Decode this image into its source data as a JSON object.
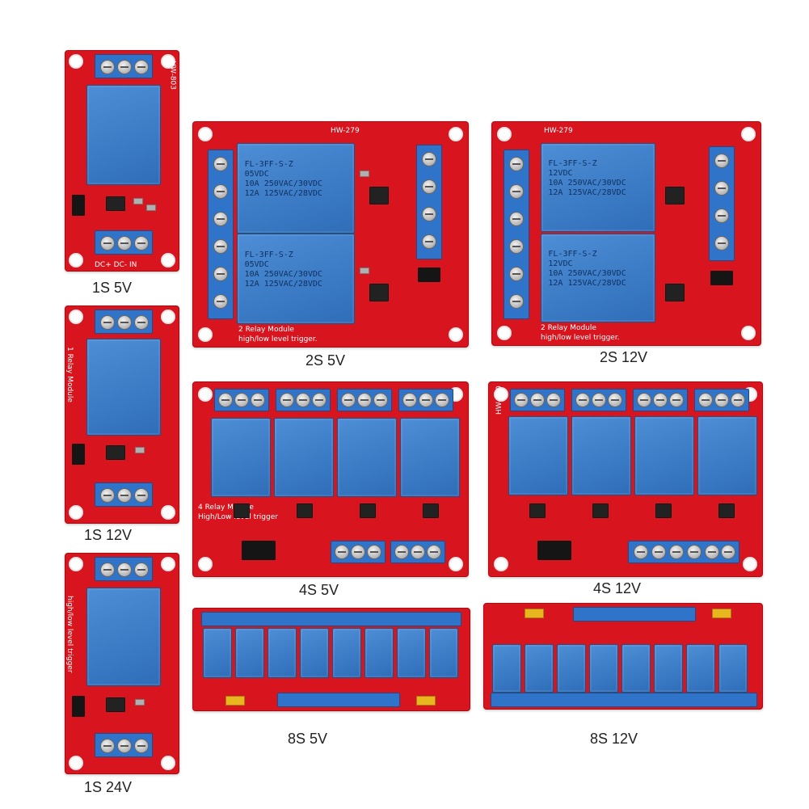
{
  "captions": {
    "c1s5v": "1S 5V",
    "c1s12v": "1S 12V",
    "c1s24v": "1S 24V",
    "c2s5v": "2S 5V",
    "c2s12v": "2S 12V",
    "c4s5v": "4S 5V",
    "c4s12v": "4S 12V",
    "c8s5v": "8S 5V",
    "c8s12v": "8S 12V"
  },
  "silkscreen": {
    "hw803": "HW-803",
    "hw279": "HW-279",
    "hw280": "HW-280",
    "one_relay": "1 Relay Module",
    "trigger": "high/low level trigger",
    "two_relay": "2 Relay Module",
    "two_trigger": "high/low level trigger.",
    "four_relay": "4 Relay Module",
    "four_trigger": "High/Low level trigger",
    "dc_pins": "DC+  DC-  IN",
    "relay_5v_text": "FL-3FF-S-Z\n05VDC\n10A 250VAC/30VDC\n12A 125VAC/28VDC",
    "relay_12v_text": "FL-3FF-S-Z\n12VDC\n10A 250VAC/30VDC\n12A 125VAC/28VDC"
  },
  "colors": {
    "pcb_red": "#d8141e",
    "relay_blue": "#2f6db8",
    "terminal_blue": "#2f74c8",
    "background": "#ffffff"
  }
}
